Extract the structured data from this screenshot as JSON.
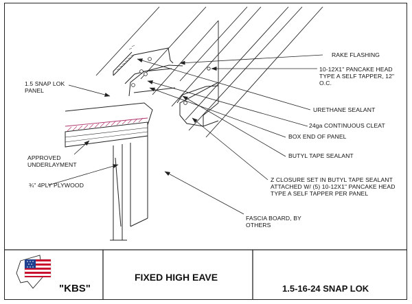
{
  "drawing": {
    "callouts": {
      "rake_flashing": "RAKE FLASHING",
      "pancake_head_top": "10-12X1\" PANCAKE HEAD\nTYPE A SELF TAPPER, 12\"\nO.C.",
      "snap_lok_panel": "1.5 SNAP LOK\nPANEL",
      "urethane_sealant": "URETHANE SEALANT",
      "continuous_cleat": "24ga CONTINUOUS CLEAT",
      "box_end": "BOX END OF PANEL",
      "butyl_tape": "BUTYL TAPE SEALANT",
      "approved_underlayment": "APPROVED\nUNDERLAYMENT",
      "plywood": "¾\" 4PLY PLYWOOD",
      "z_closure": "Z CLOSURE SET IN BUTYL TAPE SEALANT\nATTACHED W/ (5) 10-12X1\" PANCAKE HEAD\nTYPE A SELF TAPPER PER PANEL",
      "fascia_board": "FASCIA BOARD, BY\nOTHERS"
    }
  },
  "title_block": {
    "company": "\"KBS\"",
    "drawing_title": "FIXED HIGH EAVE",
    "product": "1.5-16-24 SNAP LOK"
  },
  "colors": {
    "line": "#222222",
    "underlayment_hatch": "#b0306a",
    "flag_red": "#c8102e",
    "flag_blue": "#1f3f8f"
  }
}
